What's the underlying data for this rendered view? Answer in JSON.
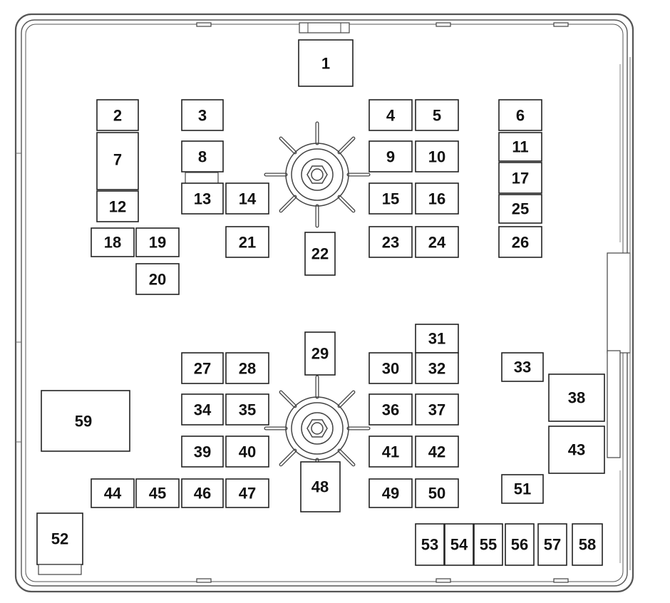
{
  "slots": [
    {
      "id": "1",
      "label": "1"
    },
    {
      "id": "2",
      "label": "2"
    },
    {
      "id": "3",
      "label": "3"
    },
    {
      "id": "4",
      "label": "4"
    },
    {
      "id": "5",
      "label": "5"
    },
    {
      "id": "6",
      "label": "6"
    },
    {
      "id": "7",
      "label": "7"
    },
    {
      "id": "8",
      "label": "8"
    },
    {
      "id": "9",
      "label": "9"
    },
    {
      "id": "10",
      "label": "10"
    },
    {
      "id": "11",
      "label": "11"
    },
    {
      "id": "12",
      "label": "12"
    },
    {
      "id": "13",
      "label": "13"
    },
    {
      "id": "14",
      "label": "14"
    },
    {
      "id": "15",
      "label": "15"
    },
    {
      "id": "16",
      "label": "16"
    },
    {
      "id": "17",
      "label": "17"
    },
    {
      "id": "18",
      "label": "18"
    },
    {
      "id": "19",
      "label": "19"
    },
    {
      "id": "20",
      "label": "20"
    },
    {
      "id": "21",
      "label": "21"
    },
    {
      "id": "22",
      "label": "22"
    },
    {
      "id": "23",
      "label": "23"
    },
    {
      "id": "24",
      "label": "24"
    },
    {
      "id": "25",
      "label": "25"
    },
    {
      "id": "26",
      "label": "26"
    },
    {
      "id": "27",
      "label": "27"
    },
    {
      "id": "28",
      "label": "28"
    },
    {
      "id": "29",
      "label": "29"
    },
    {
      "id": "30",
      "label": "30"
    },
    {
      "id": "31",
      "label": "31"
    },
    {
      "id": "32",
      "label": "32"
    },
    {
      "id": "33",
      "label": "33"
    },
    {
      "id": "34",
      "label": "34"
    },
    {
      "id": "35",
      "label": "35"
    },
    {
      "id": "36",
      "label": "36"
    },
    {
      "id": "37",
      "label": "37"
    },
    {
      "id": "38",
      "label": "38"
    },
    {
      "id": "39",
      "label": "39"
    },
    {
      "id": "40",
      "label": "40"
    },
    {
      "id": "41",
      "label": "41"
    },
    {
      "id": "42",
      "label": "42"
    },
    {
      "id": "43",
      "label": "43"
    },
    {
      "id": "44",
      "label": "44"
    },
    {
      "id": "45",
      "label": "45"
    },
    {
      "id": "46",
      "label": "46"
    },
    {
      "id": "47",
      "label": "47"
    },
    {
      "id": "48",
      "label": "48"
    },
    {
      "id": "49",
      "label": "49"
    },
    {
      "id": "50",
      "label": "50"
    },
    {
      "id": "51",
      "label": "51"
    },
    {
      "id": "52",
      "label": "52"
    },
    {
      "id": "53",
      "label": "53"
    },
    {
      "id": "54",
      "label": "54"
    },
    {
      "id": "55",
      "label": "55"
    },
    {
      "id": "56",
      "label": "56"
    },
    {
      "id": "57",
      "label": "57"
    },
    {
      "id": "58",
      "label": "58"
    },
    {
      "id": "59",
      "label": "59"
    }
  ],
  "colors": {
    "outline": "#222222",
    "frame": "#555555",
    "background": "#ffffff"
  }
}
